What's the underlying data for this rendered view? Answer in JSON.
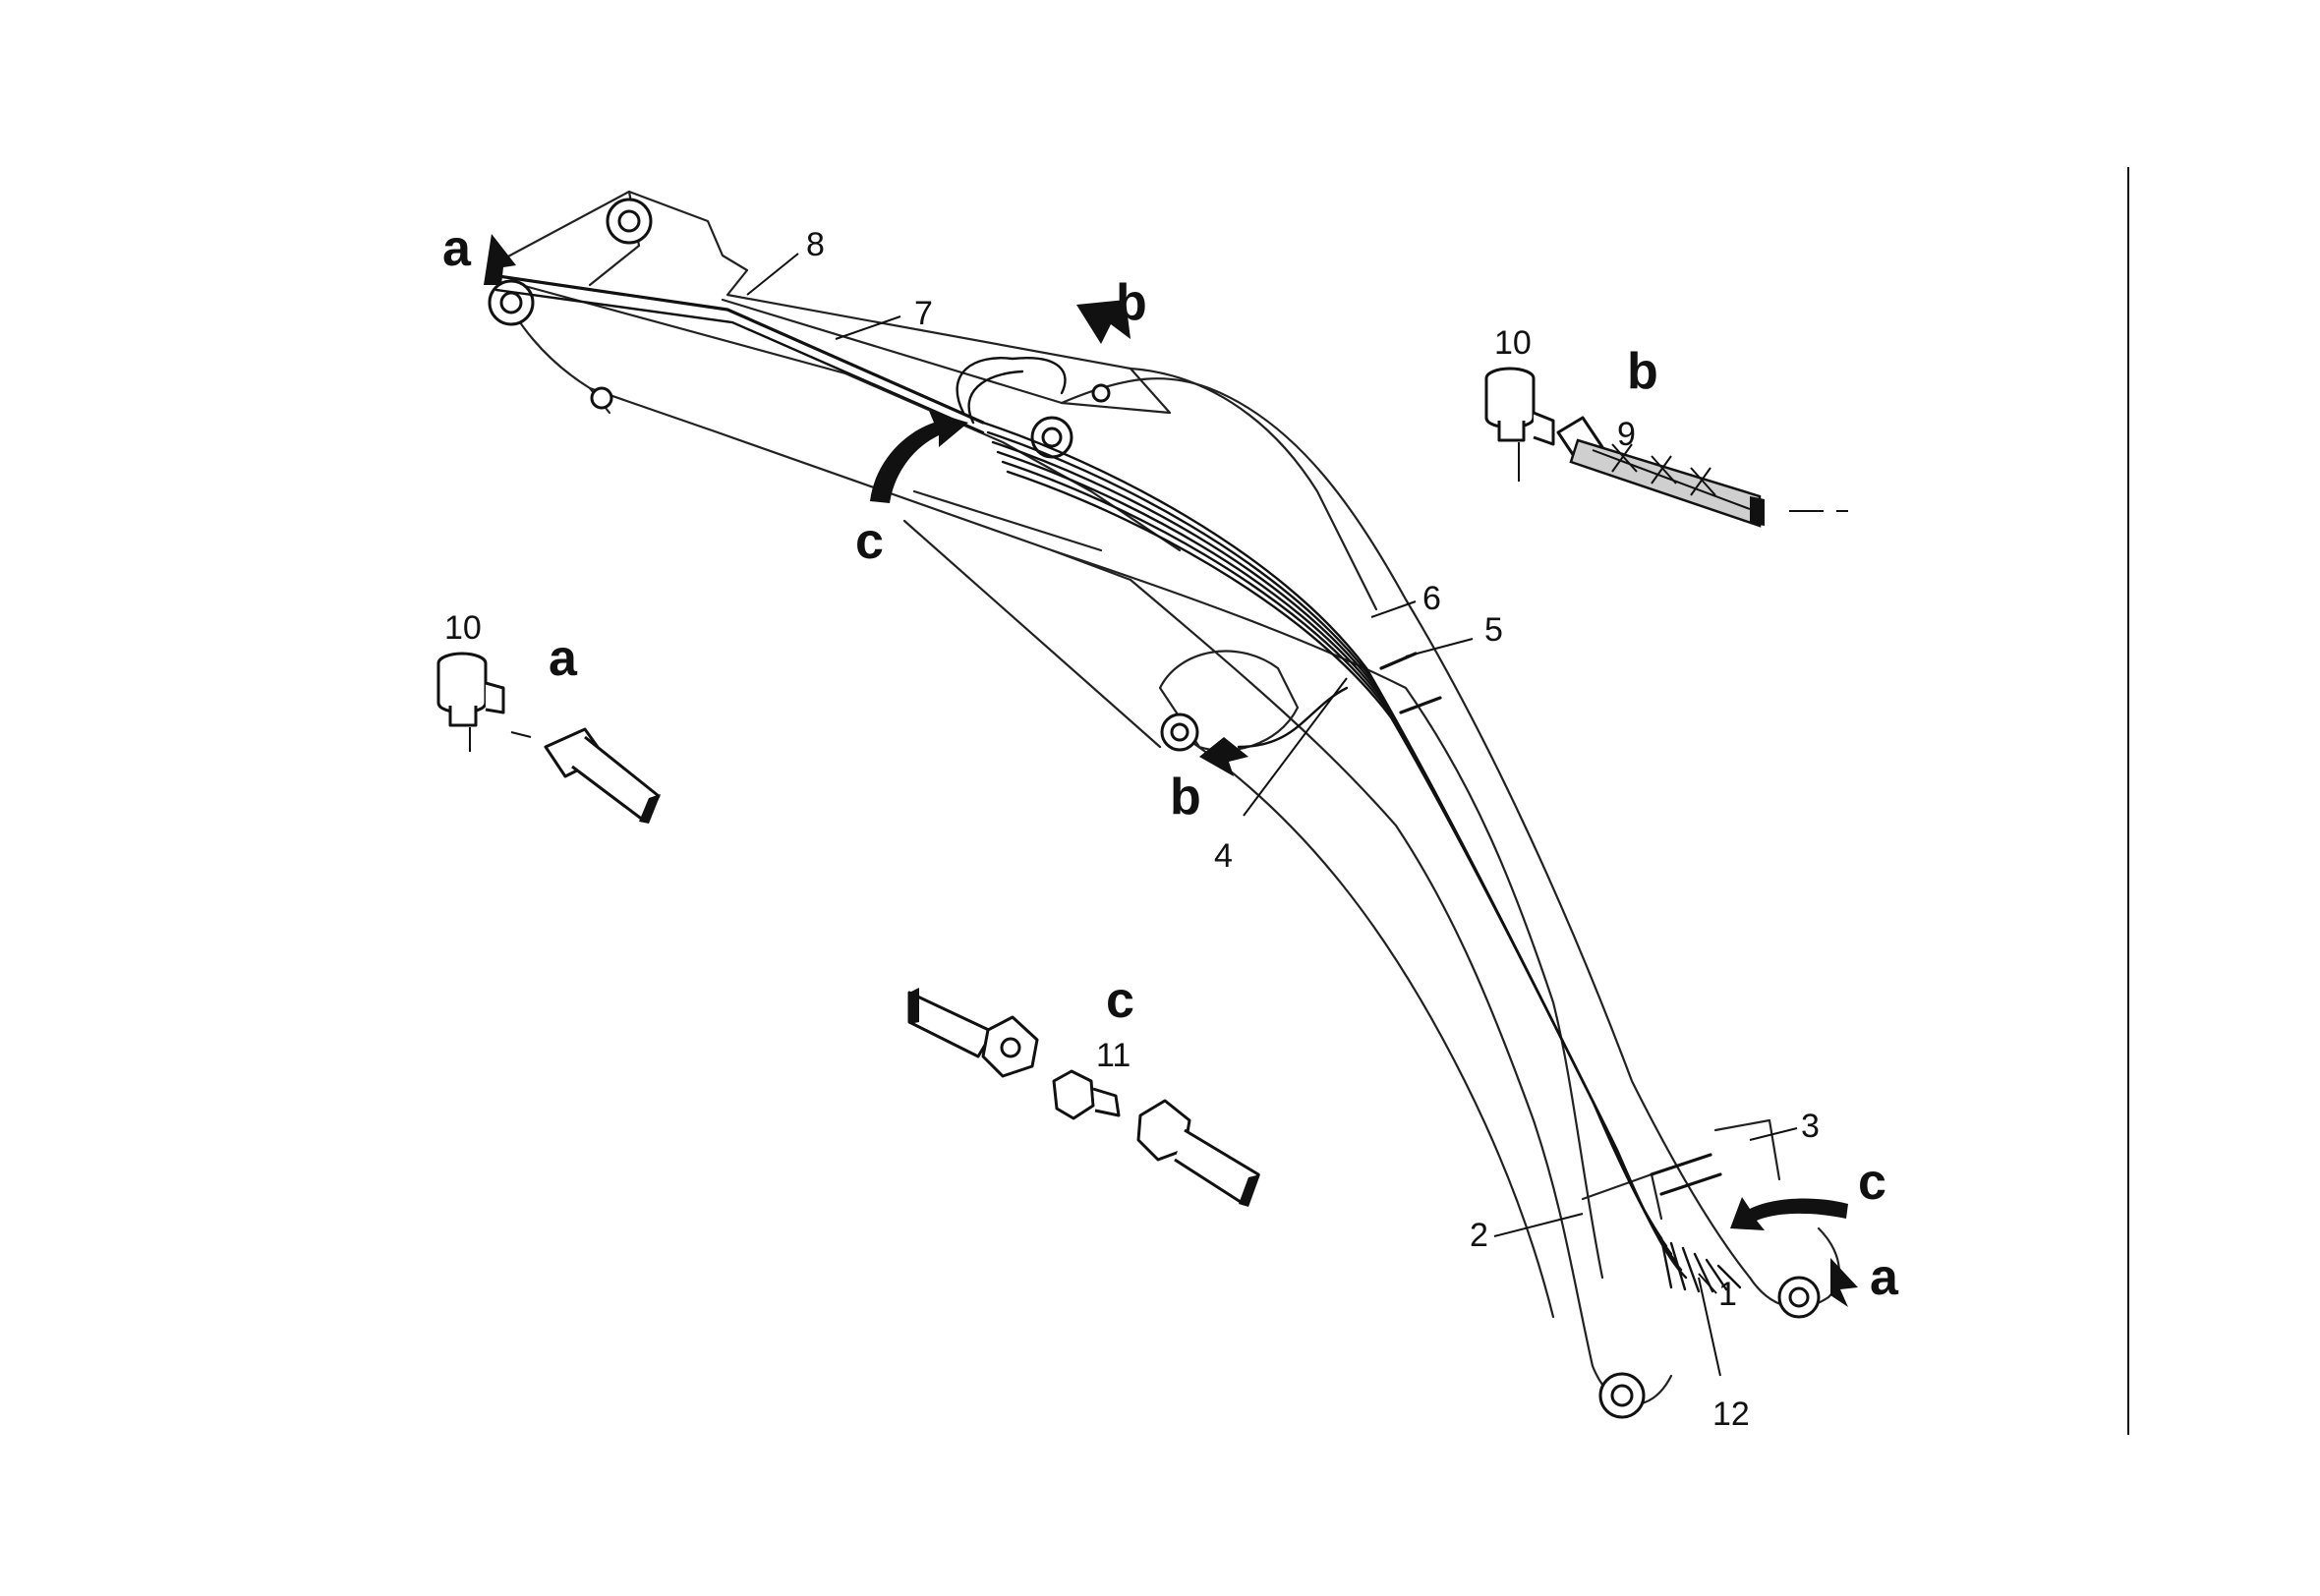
{
  "labels": {
    "n1": "1",
    "n2": "2",
    "n3": "3",
    "n4": "4",
    "n5": "5",
    "n6": "6",
    "n7": "7",
    "n8": "8",
    "n9": "9",
    "n10_left": "10",
    "n10_right": "10",
    "n11": "11",
    "n12": "12"
  },
  "callouts": {
    "a_top_left": "a",
    "a_bottom_right": "a",
    "a_detail": "a",
    "b_top": "b",
    "b_middle": "b",
    "b_detail": "b",
    "c_top": "c",
    "c_bottom_right": "c",
    "c_detail": "c"
  }
}
